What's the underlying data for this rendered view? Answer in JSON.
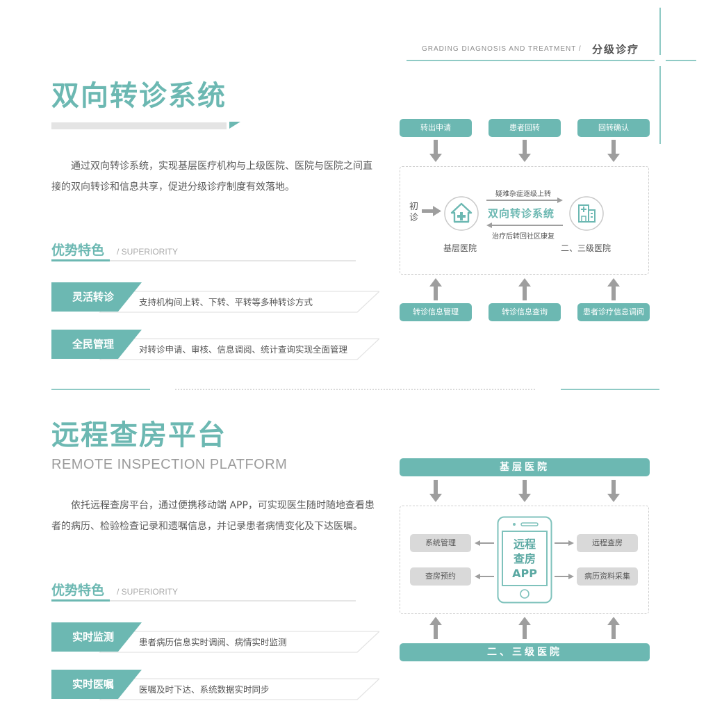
{
  "header": {
    "en": "GRADING DIAGNOSIS AND TREATMENT /",
    "cn": "分级诊疗"
  },
  "colors": {
    "accent": "#6cb8b2",
    "line": "#8fcac5",
    "arrow": "#9e9e9e",
    "gray_box": "#d9d9d9"
  },
  "section1": {
    "title": "双向转诊系统",
    "description": "通过双向转诊系统，实现基层医疗机构与上级医院、医院与医院之间直接的双向转诊和信息共享，促进分级诊疗制度有效落地。",
    "superiority": {
      "title": "优势特色",
      "en": "/ SUPERIORITY",
      "items": [
        {
          "label": "灵活转诊",
          "desc": "支持机构间上转、下转、平转等多种转诊方式"
        },
        {
          "label": "全民管理",
          "desc": "对转诊申请、审核、信息调阅、统计查询实现全面管理"
        }
      ]
    },
    "diagram": {
      "top_boxes": [
        "转出申请",
        "患者回转",
        "回转确认"
      ],
      "bottom_boxes": [
        "转诊信息管理",
        "转诊信息查询",
        "患者诊疗信息调阅"
      ],
      "entry_label": "初诊",
      "left_node": "基层医院",
      "right_node": "二、三级医院",
      "center_title": "双向转诊系统",
      "up_label": "疑难杂症逐级上转",
      "down_label": "治疗后转回社区康复"
    }
  },
  "section2": {
    "title": "远程查房平台",
    "subtitle": "REMOTE INSPECTION PLATFORM",
    "description": "依托远程查房平台，通过便携移动端 APP，可实现医生随时随地查看患者的病历、检验检查记录和遗嘱信息，并记录患者病情变化及下达医嘱。",
    "superiority": {
      "title": "优势特色",
      "en": "/ SUPERIORITY",
      "items": [
        {
          "label": "实时监测",
          "desc": "患者病历信息实时调阅、病情实时监测"
        },
        {
          "label": "实时医嘱",
          "desc": "医嘱及时下达、系统数据实时同步"
        }
      ]
    },
    "diagram": {
      "top_bar": "基层医院",
      "bottom_bar": "二、三级医院",
      "phone_line1": "远程",
      "phone_line2": "查房",
      "phone_line3": "APP",
      "left_boxes": [
        "系统管理",
        "查房预约"
      ],
      "right_boxes": [
        "远程查房",
        "病历资料采集"
      ]
    }
  }
}
